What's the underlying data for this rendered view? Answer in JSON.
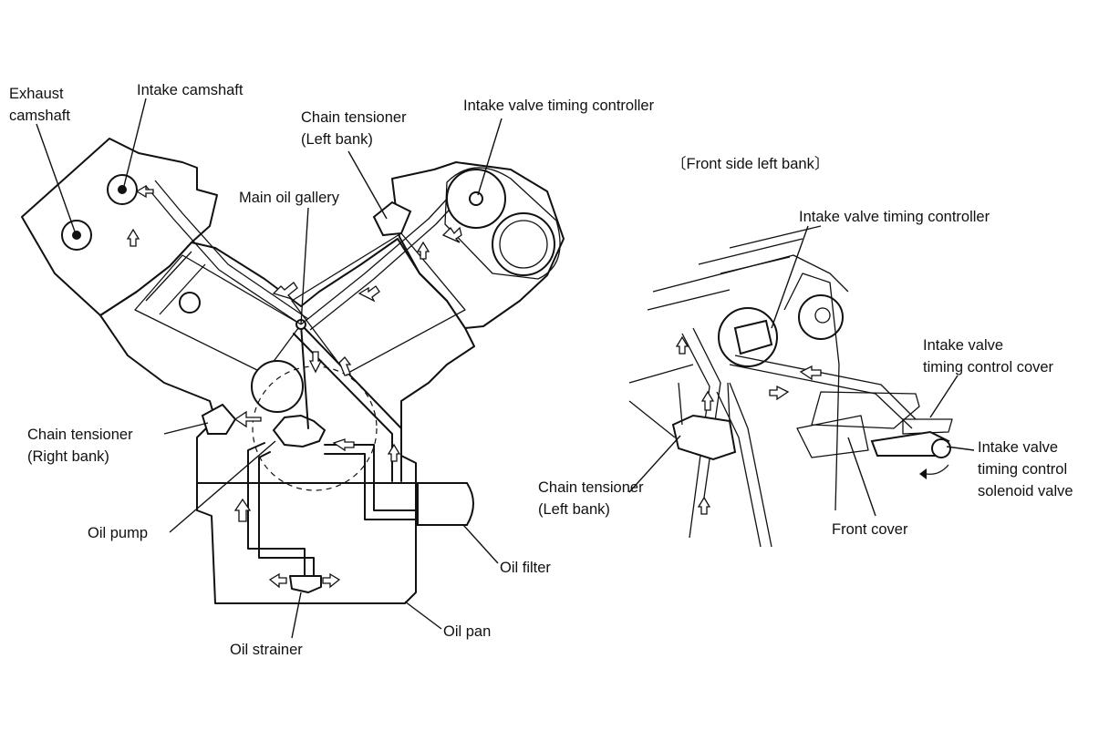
{
  "labels": {
    "exhaust_camshaft_1": "Exhaust",
    "exhaust_camshaft_2": "camshaft",
    "intake_camshaft": "Intake camshaft",
    "chain_tensioner_left_1": "Chain tensioner",
    "chain_tensioner_left_2": "(Left bank)",
    "ivt_controller_main": "Intake valve timing controller",
    "main_oil_gallery": "Main oil gallery",
    "chain_tensioner_right_1": "Chain tensioner",
    "chain_tensioner_right_2": "(Right bank)",
    "oil_pump": "Oil pump",
    "oil_filter": "Oil filter",
    "oil_pan": "Oil pan",
    "oil_strainer": "Oil strainer",
    "detail_title": "〔Front  side  left bank〕",
    "ivt_controller_detail": "Intake valve timing controller",
    "ivt_cover_1": "Intake valve",
    "ivt_cover_2": "timing control cover",
    "ivt_solenoid_1": "Intake valve",
    "ivt_solenoid_2": "timing control",
    "ivt_solenoid_3": "solenoid valve",
    "chain_tensioner_detail_1": "Chain tensioner",
    "chain_tensioner_detail_2": "(Left bank)",
    "front_cover": "Front cover"
  }
}
